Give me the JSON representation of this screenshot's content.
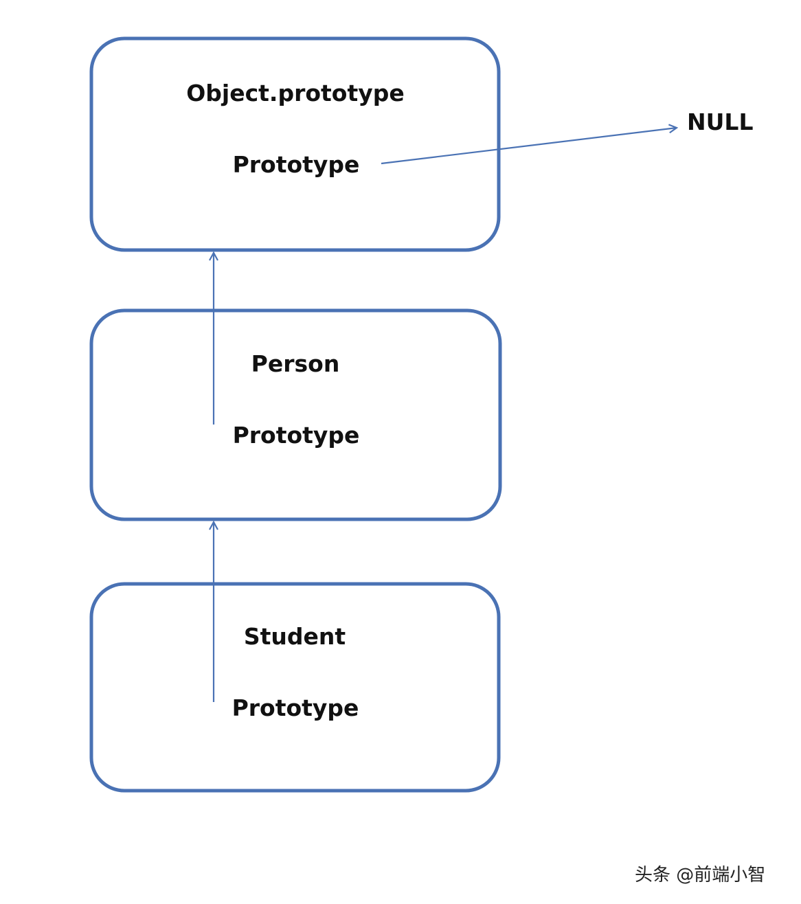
{
  "boxes": {
    "object_prototype": {
      "title": "Object.prototype",
      "field": "Prototype"
    },
    "person": {
      "title": "Person",
      "field": "Prototype"
    },
    "student": {
      "title": "Student",
      "field": "Prototype"
    }
  },
  "null_label": "NULL",
  "watermark": "头条 @前端小智",
  "colors": {
    "box_stroke": "#4a72b4",
    "text": "#111111"
  }
}
